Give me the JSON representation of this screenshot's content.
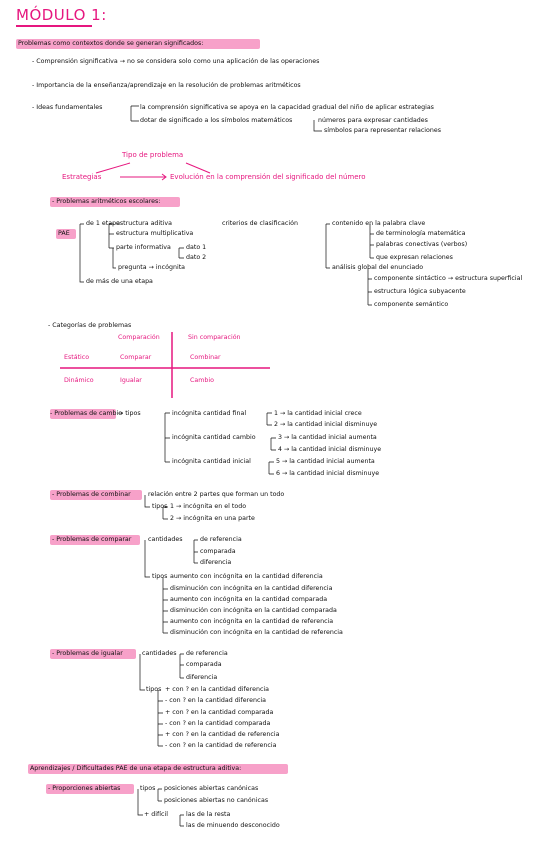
{
  "title": "MÓDULO 1:",
  "s1": {
    "heading": "Problemas como contextos donde se generan significados:",
    "b1": "- Comprensión significativa → no se considera solo como una aplicación de las operaciones",
    "b2": "- Importancia de la enseñanza/aprendizaje en la resolución de problemas aritméticos",
    "b3_label": "- Ideas fundamentales",
    "b3_a": "la comprensión significativa se apoya en la capacidad gradual del niño de aplicar estrategias",
    "b3_b": "dotar de significado a los símbolos matemáticos",
    "b3_c": "números para expresar cantidades",
    "b3_d": "símbolos para representar relaciones"
  },
  "flow": {
    "tipo": "Tipo de problema",
    "estrategias": "Estrategias",
    "evolucion": "Evolución en la comprensión del significado del número"
  },
  "pae": {
    "heading": "- Problemas aritméticos escolares:",
    "label": "PAE",
    "etapa1": "de 1 etapa",
    "aditiva": "estructura aditiva",
    "criterios": "criterios de clasificación",
    "multiplicativa": "estructura multiplicativa",
    "parte_info": "parte informativa",
    "dato1": "dato 1",
    "dato2": "dato 2",
    "pregunta": "pregunta → incógnita",
    "varias": "de más de una etapa",
    "contenido": "contenido en la palabra clave",
    "terminologia": "de terminología matemática",
    "conectivos": "palabras conectivas (verbos)",
    "relaciones": "que expresan relaciones",
    "analisis": "análisis global del enunciado",
    "sintactico": "componente sintáctico → estructura superficial",
    "logica": "estructura lógica subyacente",
    "semantico": "componente semántico"
  },
  "categorias": {
    "label": "- Categorías de problemas",
    "col1": "Comparación",
    "col2": "Sin comparación",
    "row1": "Estático",
    "row2": "Dinámico",
    "c11": "Comparar",
    "c12": "Combinar",
    "c21": "Igualar",
    "c22": "Cambio"
  },
  "cambio": {
    "label": "- Problemas de cambio",
    "tipos": "→ tipos",
    "g1": "incógnita cantidad final",
    "g1a": "1 → la cantidad inicial crece",
    "g1b": "2 → la cantidad inicial disminuye",
    "g2": "incógnita cantidad cambio",
    "g2a": "3 → la cantidad inicial aumenta",
    "g2b": "4 → la cantidad inicial disminuye",
    "g3": "incógnita cantidad inicial",
    "g3a": "5 → la cantidad inicial aumenta",
    "g3b": "6 → la cantidad inicial disminuye"
  },
  "combinar": {
    "label": "- Problemas de combinar",
    "rel": "relación entre 2 partes que forman un todo",
    "tipos": "tipos",
    "t1": "1 → incógnita en el todo",
    "t2": "2 → incógnita en una parte"
  },
  "comparar": {
    "label": "- Problemas de comparar",
    "cantidades": "cantidades",
    "q1": "de referencia",
    "q2": "comparada",
    "q3": "diferencia",
    "tipos": "tipos",
    "t1": "aumento con incógnita en la cantidad diferencia",
    "t2": "disminución con incógnita en la cantidad diferencia",
    "t3": "aumento con incógnita en la cantidad comparada",
    "t4": "disminución con incógnita en la cantidad comparada",
    "t5": "aumento con incógnita en la cantidad de referencia",
    "t6": "disminución con incógnita en la cantidad de referencia"
  },
  "igualar": {
    "label": "- Problemas de igualar",
    "cantidades": "cantidades",
    "q1": "de referencia",
    "q2": "comparada",
    "q3": "diferencia",
    "tipos": "tipos",
    "t1": "+ con ? en la cantidad diferencia",
    "t2": "- con ? en la cantidad diferencia",
    "t3": "+ con ? en la cantidad comparada",
    "t4": "- con ? en la cantidad comparada",
    "t5": "+ con ? en la cantidad de referencia",
    "t6": "- con ? en la cantidad de referencia"
  },
  "s2": {
    "heading": "Aprendizajes / Dificultades PAE de una etapa de estructura aditiva:",
    "label": "- Proporciones abiertas",
    "tipos": "tipos",
    "p1": "posiciones abiertas canónicas",
    "p2": "posiciones abiertas no canónicas",
    "dificil": "+ difícil",
    "d1": "las de la resta",
    "d2": "las de minuendo desconocido"
  }
}
